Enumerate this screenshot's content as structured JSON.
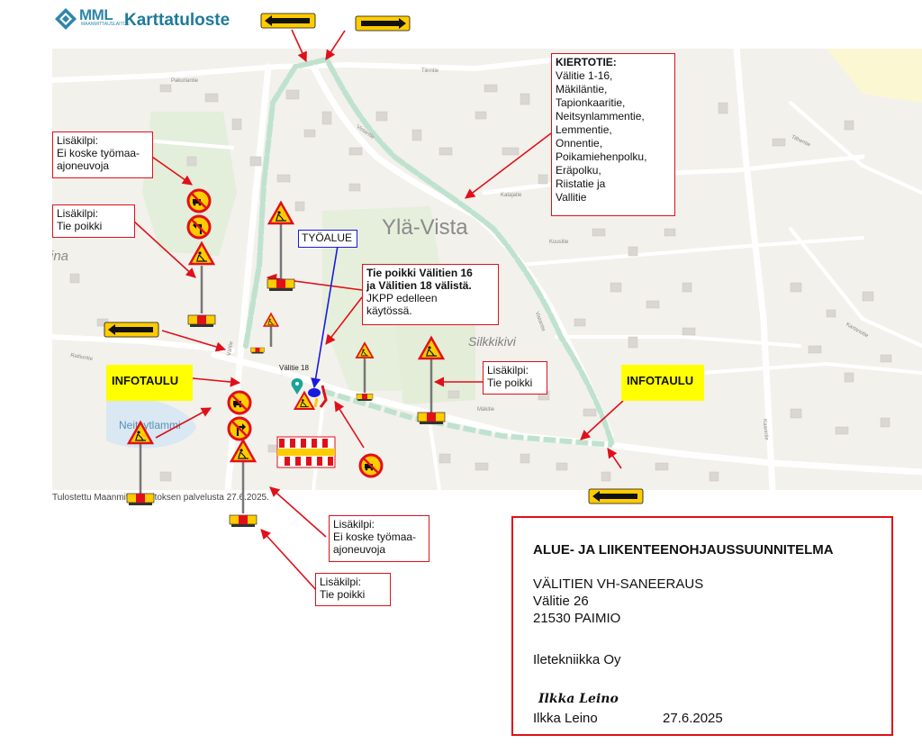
{
  "header": {
    "logo_text": "MML",
    "logo_sub": "MAANMITTAUSLAITOS",
    "title": "Karttatuloste"
  },
  "map": {
    "place_names": {
      "yla_vista": "Ylä-Vista",
      "silkkikivi": "Silkkikivi",
      "neitsytlammi": "Neitsytlammi",
      "ina": "ina",
      "valitie_18": "Välitie 18"
    },
    "street_labels": [
      "Pakurlantie",
      "Tiirintie",
      "Vistantie",
      "Katajatie",
      "Kuusitie",
      "Vistantie",
      "Kaarintie",
      "Tilhentie",
      "Mäkitie",
      "Kartanotie",
      "Raitiontie",
      "Välitie"
    ],
    "printed_note": "Tulostettu Maanmittauslaitoksen palvelusta 27.6.2025."
  },
  "callouts": {
    "kiertotie": [
      "KIERTOTIE:",
      "Välitie 1-16,",
      "Mäkiläntie,",
      "Tapionkaaritie,",
      "Neitsynlammentie,",
      "Lemmentie,",
      "Onnentie,",
      "Poikamiehenpolku,",
      "Eräpolku,",
      "Riistatie ja",
      "Vallitie"
    ],
    "tyoalue": "TYÖALUE",
    "tie_poikki_valitien": {
      "bold": [
        "Tie poikki Välitien 16",
        "ja Välitien 18 välistä."
      ],
      "normal": [
        "JKPP edelleen",
        "käytössä."
      ]
    },
    "lisakilpi_ei_koske_top": [
      "Lisäkilpi:",
      "Ei koske työmaa-",
      "ajoneuvoja"
    ],
    "lisakilpi_tie_poikki_left": [
      "Lisäkilpi:",
      "Tie poikki"
    ],
    "lisakilpi_tie_poikki_mid": [
      "Lisäkilpi:",
      "Tie poikki"
    ],
    "lisakilpi_ei_koske_bottom": [
      "Lisäkilpi:",
      "Ei koske työmaa-",
      "ajoneuvoja"
    ],
    "lisakilpi_tie_poikki_bottom": [
      "Lisäkilpi:",
      "Tie poikki"
    ],
    "infotaulu_left": "INFOTAULU",
    "infotaulu_right": "INFOTAULU"
  },
  "plan": {
    "title": "ALUE- JA LIIKENTEENOHJAUSSUUNNITELMA",
    "project": "VÄLITIEN VH-SANEERAUS",
    "street": "Välitie 26",
    "city": "21530 PAIMIO",
    "company": "Iletekniikka Oy",
    "signature": "Ilkka Leino",
    "name": "Ilkka Leino",
    "date": "27.6.2025"
  },
  "colors": {
    "callout_border": "#e0101a",
    "tyoalue_border": "#1a1adf",
    "infotaulu_bg": "#ffff00",
    "detour_route": "#bfe2cf",
    "sign_yellow": "#ffcc00",
    "sign_red": "#e0101a"
  },
  "icons": [
    "warning-roadwork-sign-icon",
    "no-entry-sign-icon",
    "no-left-turn-sign-icon",
    "no-right-turn-sign-icon",
    "barrier-icon",
    "direction-arrow-board-icon",
    "map-pin-icon",
    "worksite-marker-icon"
  ]
}
